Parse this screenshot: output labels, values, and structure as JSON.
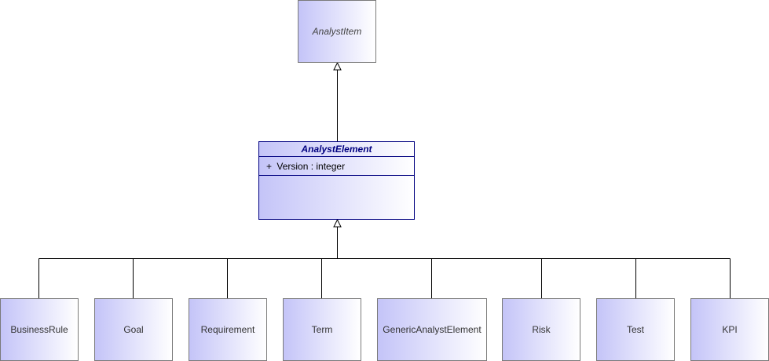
{
  "diagram": {
    "root": {
      "name": "AnalystItem"
    },
    "parent": {
      "name": "AnalystElement",
      "attributes": [
        {
          "visibility": "+",
          "text": "Version : integer"
        }
      ]
    },
    "children": [
      {
        "name": "BusinessRule"
      },
      {
        "name": "Goal"
      },
      {
        "name": "Requirement"
      },
      {
        "name": "Term"
      },
      {
        "name": "GenericAnalystElement"
      },
      {
        "name": "Risk"
      },
      {
        "name": "Test"
      },
      {
        "name": "KPI"
      }
    ],
    "colors": {
      "fill_start": "#c4c4f8",
      "fill_end": "#ffffff",
      "class_border": "#000080",
      "box_border": "#7a7a7a",
      "connector": "#000000"
    }
  }
}
